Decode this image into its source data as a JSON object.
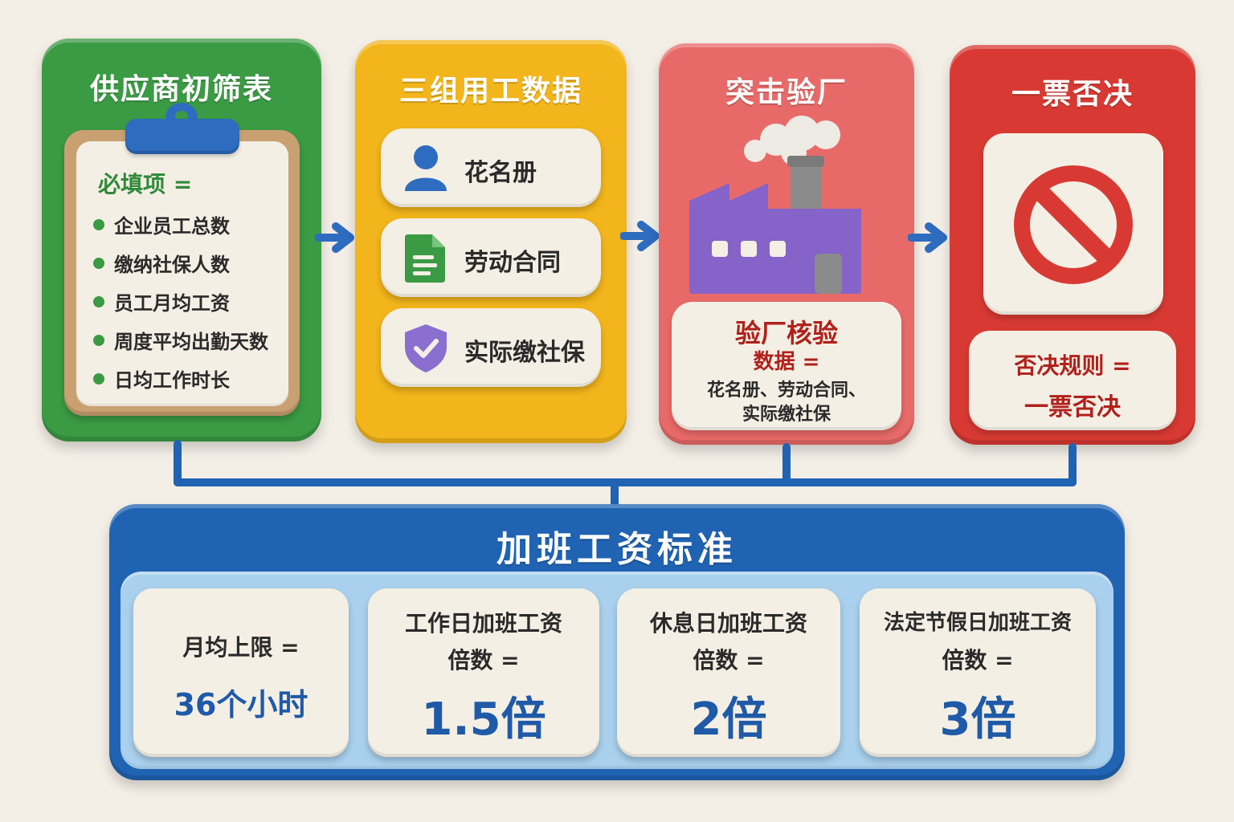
{
  "panels": {
    "screening": {
      "title": "供应商初筛表",
      "heading": "必填项 =",
      "items": [
        "企业员工总数",
        "缴纳社保人数",
        "员工月均工资",
        "周度平均出勤天数",
        "日均工作时长"
      ]
    },
    "data_groups": {
      "title": "三组用工数据",
      "items": [
        {
          "label": "花名册",
          "icon": "person-icon"
        },
        {
          "label": "劳动合同",
          "icon": "document-icon"
        },
        {
          "label": "实际缴社保",
          "icon": "shield-check-icon"
        }
      ]
    },
    "inspection": {
      "title": "突击验厂",
      "icon": "factory-icon",
      "card_title": "验厂核验",
      "card_sub": "数据 =",
      "card_line1": "花名册、劳动合同、",
      "card_line2": "实际缴社保"
    },
    "veto": {
      "title": "一票否决",
      "icon": "prohibited-icon",
      "card_line1": "否决规则 =",
      "card_line2": "一票否决"
    }
  },
  "overtime": {
    "title": "加班工资标准",
    "cards": [
      {
        "label1": "月均上限 =",
        "label2": "",
        "value": "36个小时"
      },
      {
        "label1": "工作日加班工资",
        "label2": "倍数 =",
        "value": "1.5倍"
      },
      {
        "label1": "休息日加班工资",
        "label2": "倍数 =",
        "value": "2倍"
      },
      {
        "label1": "法定节假日加班工资",
        "label2": "倍数 =",
        "value": "3倍"
      }
    ]
  },
  "colors": {
    "green": "#3b9a44",
    "yellow": "#f2b51b",
    "coral": "#e86a68",
    "red": "#d83a33",
    "blue": "#1f63b2",
    "value_blue": "#1f5aa8"
  }
}
